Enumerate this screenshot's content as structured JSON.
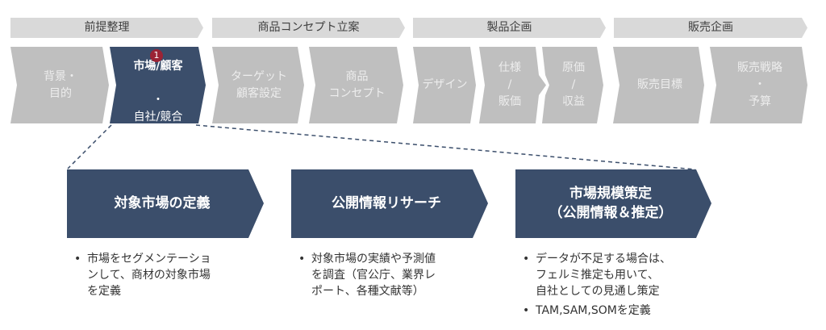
{
  "colors": {
    "header_fill": "#d9d9d9",
    "step_fill": "#bfbfbf",
    "active_fill": "#3b4e6b",
    "card_fill": "#3b4e6b",
    "badge_fill": "#9b2335",
    "connector": "#3b4e6b"
  },
  "phases": [
    {
      "label": "前提整理"
    },
    {
      "label": "商品コンセプト立案"
    },
    {
      "label": "製品企画"
    },
    {
      "label": "販売企画"
    }
  ],
  "steps": [
    {
      "label": "背景・\n目的",
      "active": false
    },
    {
      "label_bold": "市場/顧客",
      "label": "・\n自社/競合",
      "active": true,
      "badge": "1"
    },
    {
      "label": "ターゲット\n顧客設定",
      "active": false
    },
    {
      "label": "商品\nコンセプト",
      "active": false
    },
    {
      "label": "デザイン",
      "active": false
    },
    {
      "label": "仕様\n/\n販価",
      "active": false
    },
    {
      "label": "原価\n/\n収益",
      "active": false
    },
    {
      "label": "販売目標",
      "active": false
    },
    {
      "label": "販売戦略\n・\n予算",
      "active": false
    }
  ],
  "details": [
    {
      "title": "対象市場の定義",
      "bullets": [
        "市場をセグメンテーショ\nンして、商材の対象市場\nを定義"
      ]
    },
    {
      "title": "公開情報リサーチ",
      "bullets": [
        "対象市場の実績や予測値\nを調査（官公庁、業界レ\nポート、各種文献等）"
      ]
    },
    {
      "title": "市場規模策定\n（公開情報＆推定）",
      "bullets": [
        "データが不足する場合は、\nフェルミ推定も用いて、\n自社としての見通し策定",
        "TAM,SAM,SOMを定義"
      ]
    }
  ]
}
